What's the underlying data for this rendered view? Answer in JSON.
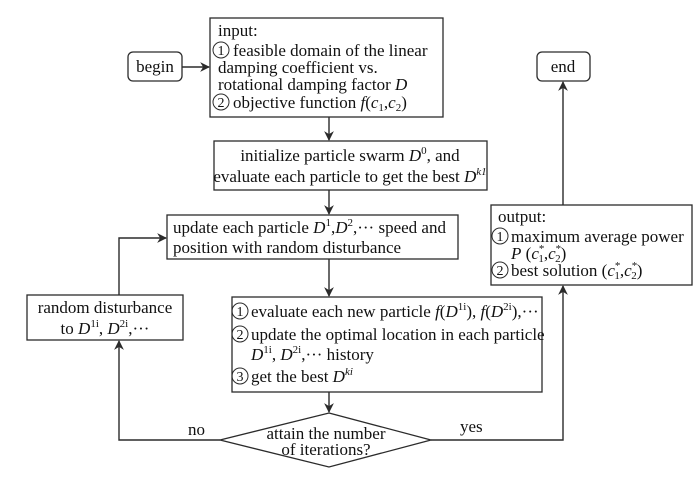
{
  "diagram": {
    "type": "flowchart",
    "title": "Particle swarm optimization flowchart",
    "colors": {
      "stroke": "#2b2b2b",
      "text": "#111111",
      "background": "#ffffff"
    },
    "nodes": {
      "begin": {
        "label": "begin",
        "shape": "rounded-rect"
      },
      "end": {
        "label": "end",
        "shape": "rounded-rect"
      },
      "input": {
        "shape": "rect",
        "heading": "input:",
        "items": [
          {
            "num": "1",
            "lines": [
              "feasible domain of the linear",
              "damping coefficient vs.",
              "rotational damping factor"
            ],
            "var": "D"
          },
          {
            "num": "2",
            "text": "objective function",
            "expr": {
              "f": "f",
              "open": "(",
              "c1": "c",
              "s1": "1",
              "comma": ",",
              "c2": "c",
              "s2": "2",
              "close": ")"
            }
          }
        ]
      },
      "initialize": {
        "shape": "rect",
        "line1": "initialize particle swarm",
        "line1_var": "D",
        "line1_sup": "0",
        "line1_tail": ", and",
        "line2": "evaluate each particle to get the best",
        "line2_var": "D",
        "line2_sup": "k1"
      },
      "update": {
        "shape": "rect",
        "line1_pre": "update each particle",
        "var": "D",
        "sup1": "1",
        "sep": ",",
        "sup2": "2",
        "ellipsis": ",···",
        "line1_post": "speed and",
        "line2": "position with random disturbance"
      },
      "output": {
        "shape": "rect",
        "heading": "output:",
        "items": [
          {
            "num": "1",
            "text": "maximum average power",
            "expr": "P",
            "c": "c",
            "star": "*",
            "s1": "1",
            "s2": "2"
          },
          {
            "num": "2",
            "text": "best solution"
          }
        ]
      },
      "disturbance": {
        "shape": "rect",
        "line1": "random disturbance",
        "line2_pre": "to",
        "var": "D",
        "sup1": "1i",
        "sup2": "2i",
        "ellipsis": ",···"
      },
      "evaluate": {
        "shape": "rect",
        "items": [
          {
            "num": "1",
            "text": "evaluate each new particle",
            "f": "f",
            "var": "D",
            "sup1": "1i",
            "sup2": "2i",
            "ellipsis": ",···"
          },
          {
            "num": "2",
            "text": "update the optimal location in each particle",
            "line2_tail": "history",
            "var": "D",
            "sup1": "1i",
            "sup2": "2i",
            "ellipsis": ",···"
          },
          {
            "num": "3",
            "text": "get the best",
            "var": "D",
            "sup": "ki"
          }
        ]
      },
      "decision": {
        "shape": "diamond",
        "line1": "attain the number",
        "line2": "of iterations?"
      }
    },
    "edges": [
      {
        "from": "begin",
        "to": "input"
      },
      {
        "from": "input",
        "to": "initialize"
      },
      {
        "from": "initialize",
        "to": "update"
      },
      {
        "from": "update",
        "to": "evaluate"
      },
      {
        "from": "evaluate",
        "to": "decision"
      },
      {
        "from": "decision",
        "to": "disturbance",
        "label": "no"
      },
      {
        "from": "disturbance",
        "to": "update"
      },
      {
        "from": "decision",
        "to": "output",
        "label": "yes"
      },
      {
        "from": "output",
        "to": "end"
      }
    ],
    "edge_labels": {
      "no": "no",
      "yes": "yes"
    }
  }
}
